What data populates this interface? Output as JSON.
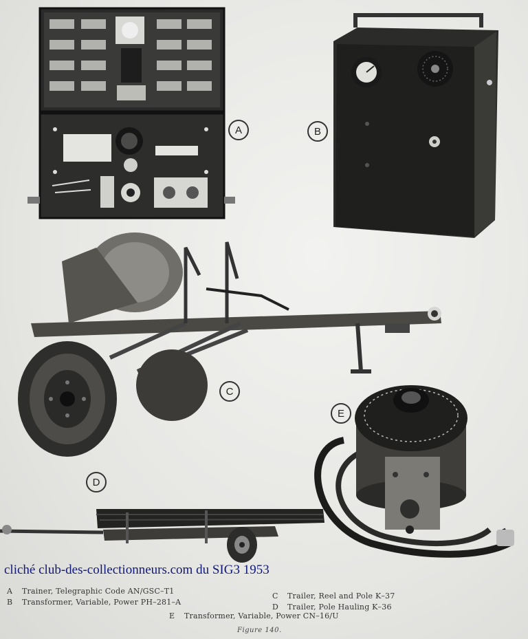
{
  "callouts": {
    "a": "A",
    "b": "B",
    "c": "C",
    "d": "D",
    "e": "E"
  },
  "credit": "cliché club-des-collectionneurs.com du SIG3 1953",
  "captions": [
    {
      "letter": "A",
      "text": "Trainer, Telegraphic Code AN/GSC–T1"
    },
    {
      "letter": "B",
      "text": "Transformer, Variable, Power PH–281–A"
    },
    {
      "letter": "C",
      "text": "Trailer, Reel and Pole K–37"
    },
    {
      "letter": "D",
      "text": "Trailer, Pole Hauling K–36"
    },
    {
      "letter": "E",
      "text": "Transformer, Variable, Power CN–16/U"
    }
  ],
  "figure_label": "Figure 140.",
  "colors": {
    "ink": "#222222",
    "credit": "#10187a",
    "paper": "#e9e9e7"
  }
}
